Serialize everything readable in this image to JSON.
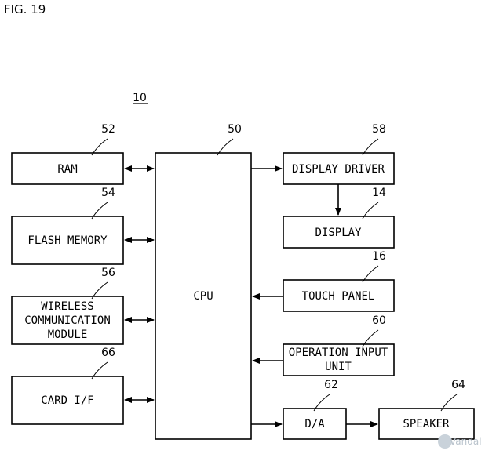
{
  "figure": {
    "label": "FIG. 19",
    "device_ref": "10"
  },
  "blocks": {
    "cpu": {
      "label": "CPU",
      "ref": "50"
    },
    "ram": {
      "label": "RAM",
      "ref": "52"
    },
    "flash_memory": {
      "label": "FLASH MEMORY",
      "ref": "54"
    },
    "wireless": {
      "line1": "WIRELESS",
      "line2": "COMMUNICATION",
      "line3": "MODULE",
      "ref": "56"
    },
    "card_if": {
      "label": "CARD I/F",
      "ref": "66"
    },
    "display_driver": {
      "label": "DISPLAY DRIVER",
      "ref": "58"
    },
    "display": {
      "label": "DISPLAY",
      "ref": "14"
    },
    "touch_panel": {
      "label": "TOUCH PANEL",
      "ref": "16"
    },
    "operation_input": {
      "line1": "OPERATION INPUT",
      "line2": "UNIT",
      "ref": "60"
    },
    "da": {
      "label": "D/A",
      "ref": "62"
    },
    "speaker": {
      "label": "SPEAKER",
      "ref": "64"
    }
  },
  "watermark": {
    "text": "Vandal"
  }
}
